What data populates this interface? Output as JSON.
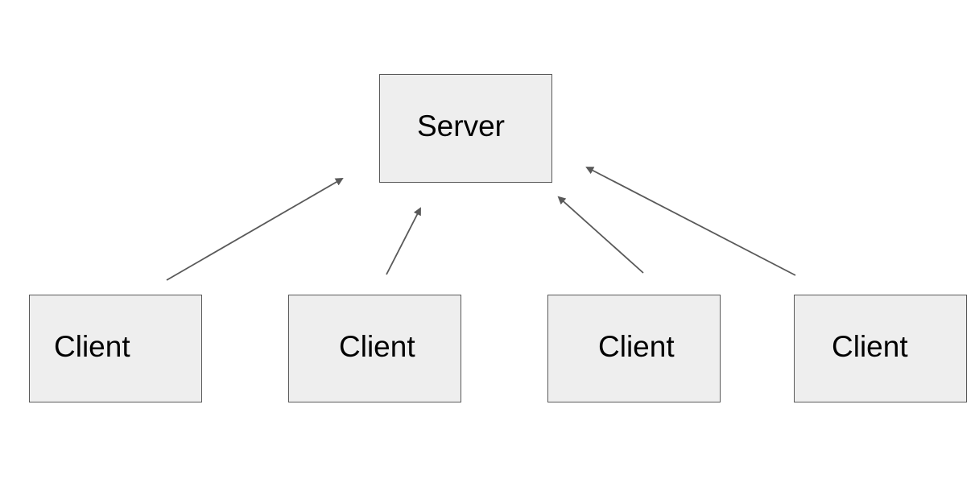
{
  "diagram": {
    "server": {
      "label": "Server"
    },
    "clients": [
      {
        "label": "Client"
      },
      {
        "label": "Client"
      },
      {
        "label": "Client"
      },
      {
        "label": "Client"
      }
    ],
    "connections": [
      {
        "from": "client-1",
        "to": "server"
      },
      {
        "from": "client-2",
        "to": "server"
      },
      {
        "from": "client-3",
        "to": "server"
      },
      {
        "from": "client-4",
        "to": "server"
      }
    ],
    "colors": {
      "box_fill": "#eeeeee",
      "box_border": "#595959",
      "arrow": "#595959",
      "text": "#000000"
    }
  }
}
